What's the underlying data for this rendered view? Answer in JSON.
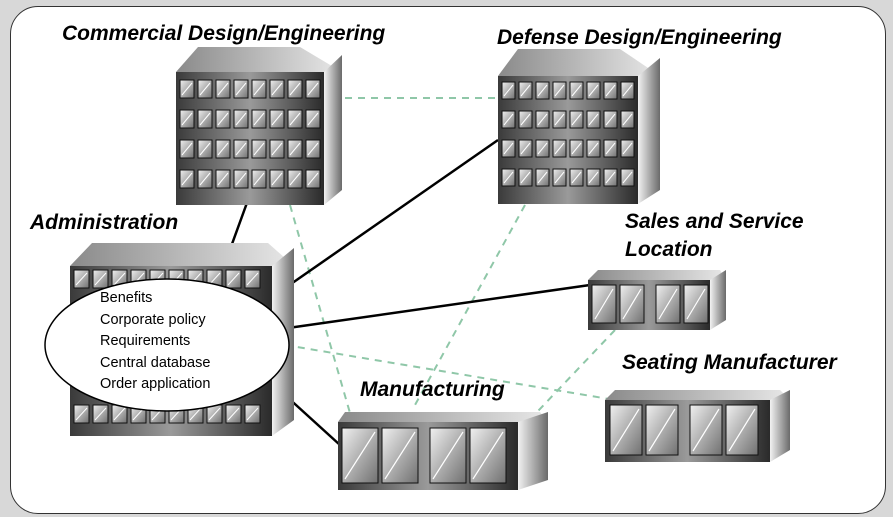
{
  "sites": {
    "commercial": "Commercial Design/Engineering",
    "defense": "Defense Design/Engineering",
    "administration": "Administration",
    "sales_line1": "Sales and Service",
    "sales_line2": "Location",
    "seating": "Seating Manufacturer",
    "manufacturing": "Manufacturing"
  },
  "admin_functions": [
    "Benefits",
    "Corporate policy",
    "Requirements",
    "Central database",
    "Order application"
  ],
  "legend_colors": {
    "solid_link": "#000000",
    "dashed_link": "#8fc7a8",
    "background": "#d8d8d8"
  }
}
